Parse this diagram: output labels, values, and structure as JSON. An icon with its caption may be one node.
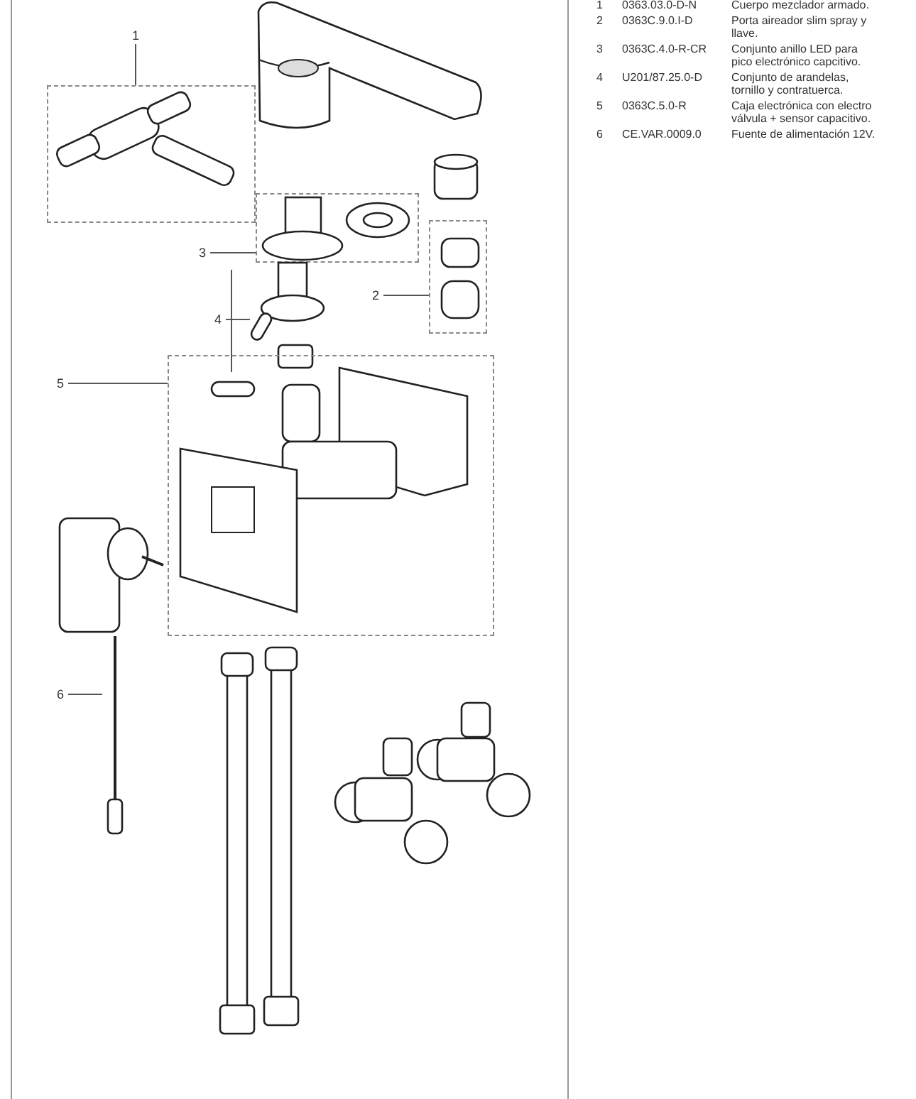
{
  "diagram": {
    "nodes": [
      {
        "text": [
          "1"
        ]
      },
      {
        "text": [],
        "shape": "picture"
      },
      {
        "text": [
          "2"
        ]
      },
      {
        "text": [],
        "shape": "picture"
      },
      {
        "text": [
          "3"
        ]
      },
      {
        "text": [],
        "shape": "picture"
      },
      {
        "text": [
          "4"
        ]
      },
      {
        "text": [],
        "shape": "picture"
      },
      {
        "text": [
          "5"
        ]
      },
      {
        "text": [],
        "shape": "picture"
      },
      {
        "text": [
          "6"
        ]
      },
      {
        "text": [],
        "shape": "picture"
      }
    ],
    "edges": [
      {
        "from": 0,
        "to": 1,
        "arrow": "none"
      },
      {
        "from": 2,
        "to": 3,
        "arrow": "none"
      },
      {
        "from": 4,
        "to": 5,
        "arrow": "none"
      },
      {
        "from": 6,
        "to": 7,
        "arrow": "none"
      },
      {
        "from": 8,
        "to": 9,
        "arrow": "none"
      },
      {
        "from": 10,
        "to": 11,
        "arrow": "none"
      }
    ],
    "labels": [
      "1",
      "0363.03.0-D-N",
      "Cuerpo mezclador armado.",
      "2",
      "0363C.9.0.I-D",
      "Porta aireador slim spray y llave.",
      "3",
      "0363C.4.0-R-CR",
      "Conjunto anillo LED para pico electrónico capcitivo.",
      "4",
      "U201/87.25.0-D",
      "Conjunto de arandelas, tornillo y contratuerca.",
      "5",
      "0363C.5.0-R",
      "Caja electrónica con electro válvula + sensor capacitivo.",
      "6",
      "CE.VAR.0009.0",
      "Fuente de alimentación 12V."
    ]
  }
}
